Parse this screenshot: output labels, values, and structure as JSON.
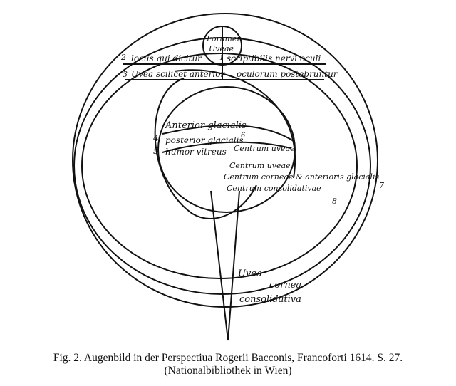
{
  "diagram": {
    "labels": {
      "foramen": "Foramen",
      "uveae_top": "Uveae",
      "num_1": "1",
      "num_2": "2",
      "num_3": "3",
      "num_4": "4",
      "num_5": "5",
      "num_6": "6",
      "num_7": "7",
      "num_8": "8",
      "locus_left": "locus qui dicitur",
      "locus_right": "scriptibilis nervi oculi",
      "uvea_left": "Uvea scilicet anterior",
      "uvea_right": "oculorum postebruntur",
      "anterior_glacialis": "Anterior glacialis",
      "posterior_glacialis": "posterior glacialis",
      "humor_vitreus": "humor vitreus",
      "centrum_uveae": "Centrum uveae",
      "centrum_uveae2": "Centrum uveae",
      "centrum_corneae": "Centrum corneae & anterioris glacialis",
      "centrum_consolidativae": "Centrum consolidativae",
      "uvea_bottom": "Uvea",
      "cornea": "cornea",
      "consolidativa": "consolidativa"
    }
  },
  "caption": {
    "line1": "Fig. 2. Augenbild in der Perspectiua Rogerii Bacconis, Francoforti 1614. S. 27.",
    "line2": "(Nationalbibliothek in Wien)"
  },
  "colors": {
    "ink": "#111111",
    "paper": "#ffffff"
  }
}
